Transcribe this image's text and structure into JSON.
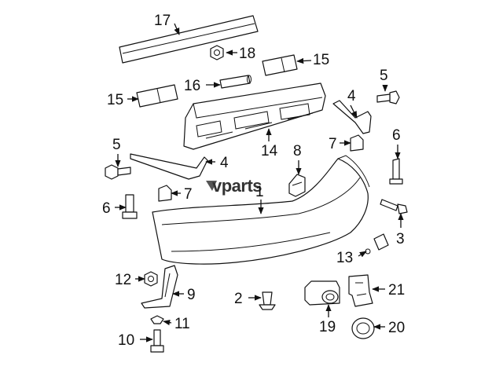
{
  "watermark": {
    "text": "vparts"
  },
  "callouts": {
    "c17": "17",
    "c18": "18",
    "c15a": "15",
    "c15b": "15",
    "c16": "16",
    "c5a": "5",
    "c4a": "4",
    "c14": "14",
    "c5b": "5",
    "c4b": "4",
    "c8": "8",
    "c7a": "7",
    "c6a": "6",
    "c7b": "7",
    "c6b": "6",
    "c1": "1",
    "c3": "3",
    "c13": "13",
    "c12": "12",
    "c9": "9",
    "c2": "2",
    "c21": "21",
    "c11": "11",
    "c19": "19",
    "c20": "20",
    "c10": "10"
  }
}
